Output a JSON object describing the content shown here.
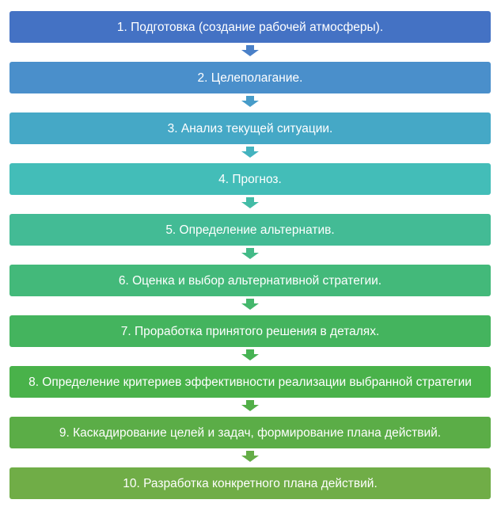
{
  "steps": [
    {
      "label": "1. Подготовка (создание рабочей атмосферы).",
      "color": "#4472C4"
    },
    {
      "label": "2. Целеполагание.",
      "color": "#4A8FCB"
    },
    {
      "label": "3. Анализ текущей ситуации.",
      "color": "#45A8C6"
    },
    {
      "label": "4. Прогноз.",
      "color": "#43BDB8"
    },
    {
      "label": "5. Определение альтернатив.",
      "color": "#43BB95"
    },
    {
      "label": "6. Оценка и выбор альтернативной стратегии.",
      "color": "#43B97A"
    },
    {
      "label": "7. Проработка принятого решения в деталях.",
      "color": "#44B45E"
    },
    {
      "label": "8. Определение критериев эффективности реализации выбранной стратегии",
      "color": "#49B24A"
    },
    {
      "label": "9. Каскадирование целей и задач, формирование плана действий.",
      "color": "#5BAD47"
    },
    {
      "label": "10. Разработка конкретного плана действий.",
      "color": "#70AD47"
    }
  ],
  "arrow_colors": [
    "#4A80C8",
    "#479CC9",
    "#44B3BF",
    "#43BCA6",
    "#43BA88",
    "#44B76C",
    "#47B354",
    "#52AF48",
    "#65AD47"
  ]
}
